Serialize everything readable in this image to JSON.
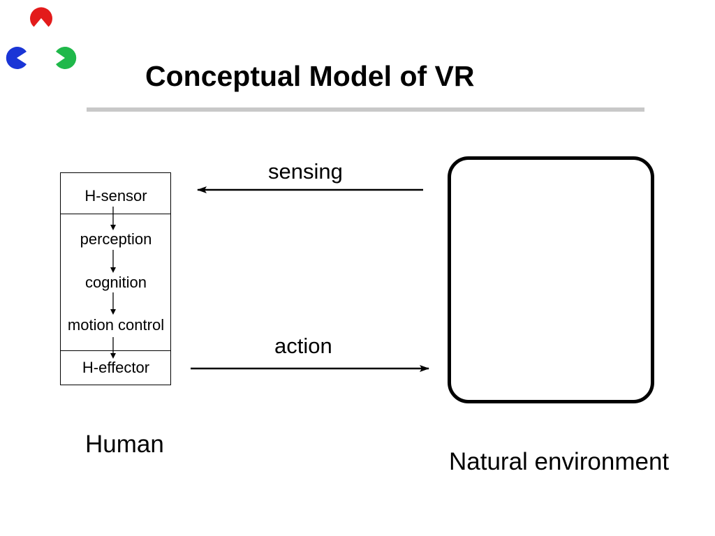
{
  "slide": {
    "title": "Conceptual Model of VR"
  },
  "logo": {
    "colors": {
      "top": "#e31b1b",
      "left": "#1a35d6",
      "right": "#1fb84a"
    }
  },
  "human": {
    "stages": [
      {
        "label": "H-sensor"
      },
      {
        "label": "perception"
      },
      {
        "label": "cognition"
      },
      {
        "label": "motion control"
      },
      {
        "label": "H-effector"
      }
    ],
    "caption": "Human"
  },
  "flows": {
    "sensing": "sensing",
    "action": "action"
  },
  "environment": {
    "caption": "Natural environment"
  },
  "colors": {
    "title_rule": "#c8c8c8",
    "ink": "#000000"
  }
}
